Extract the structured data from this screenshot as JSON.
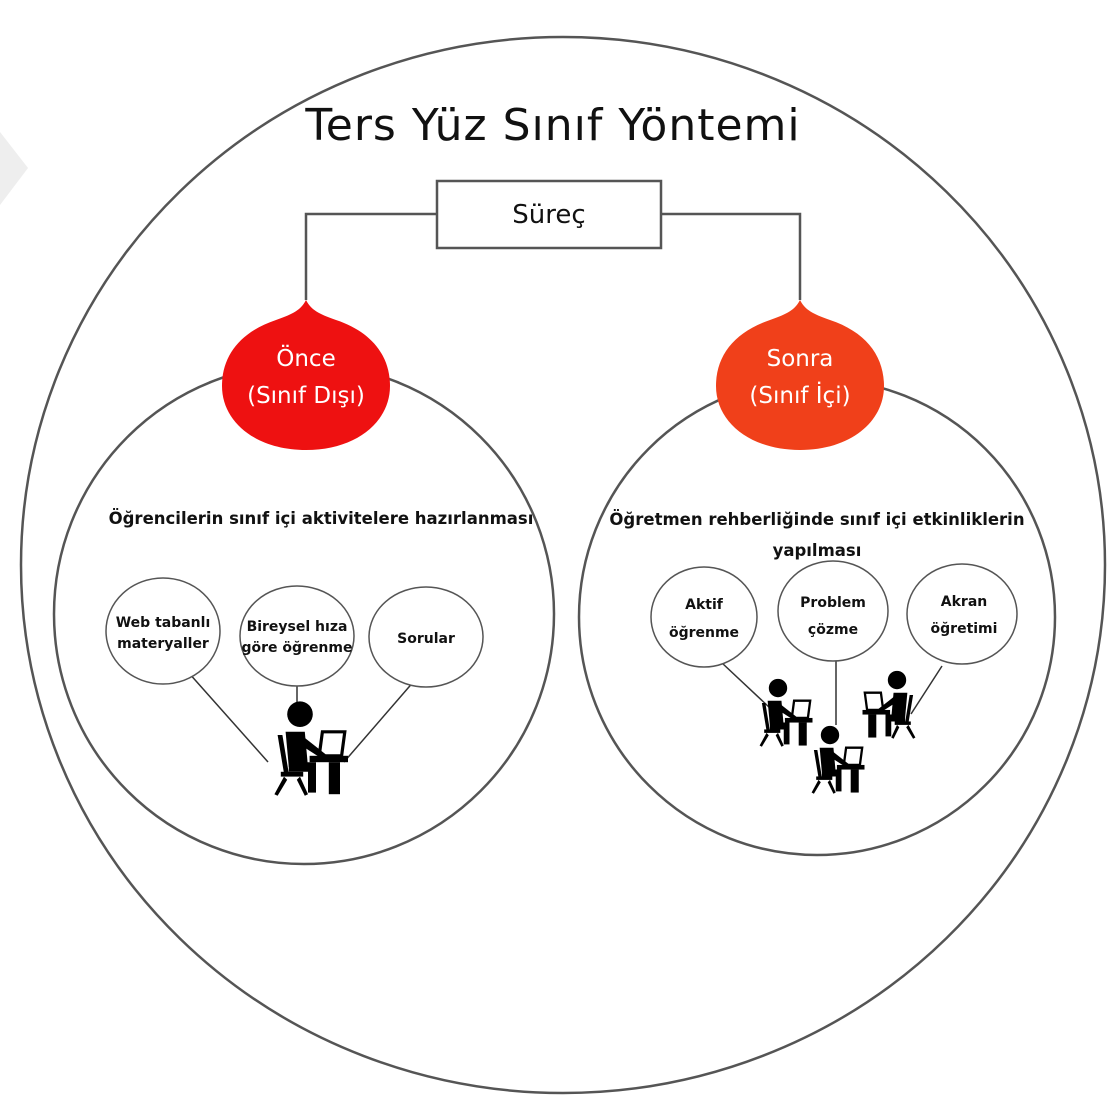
{
  "title": "Ters Yüz Sınıf Yöntemi",
  "process_label": "Süreç",
  "colors": {
    "before_drop": "#ee1111",
    "after_drop": "#f0401a",
    "outline": "#555555",
    "connector": "#333333"
  },
  "before": {
    "label_line1": "Önce",
    "label_line2": "(Sınıf Dışı)",
    "heading": "Öğrencilerin sınıf içi aktivitelere hazırlanması",
    "bubbles": [
      {
        "line1": "Web tabanlı",
        "line2": "materyaller"
      },
      {
        "line1": "Bireysel hıza",
        "line2": "göre öğrenme"
      },
      {
        "line1": "Sorular",
        "line2": ""
      }
    ],
    "figure_icon": "student-at-laptop-icon"
  },
  "after": {
    "label_line1": "Sonra",
    "label_line2": "(Sınıf İçi)",
    "heading_line1": "Öğretmen rehberliğinde sınıf içi etkinliklerin",
    "heading_line2": "yapılması",
    "bubbles": [
      {
        "line1": "Aktif",
        "line2": "öğrenme"
      },
      {
        "line1": "Problem",
        "line2": "çözme"
      },
      {
        "line1": "Akran",
        "line2": "öğretimi"
      }
    ],
    "figure_icon": "student-at-laptop-icon"
  }
}
